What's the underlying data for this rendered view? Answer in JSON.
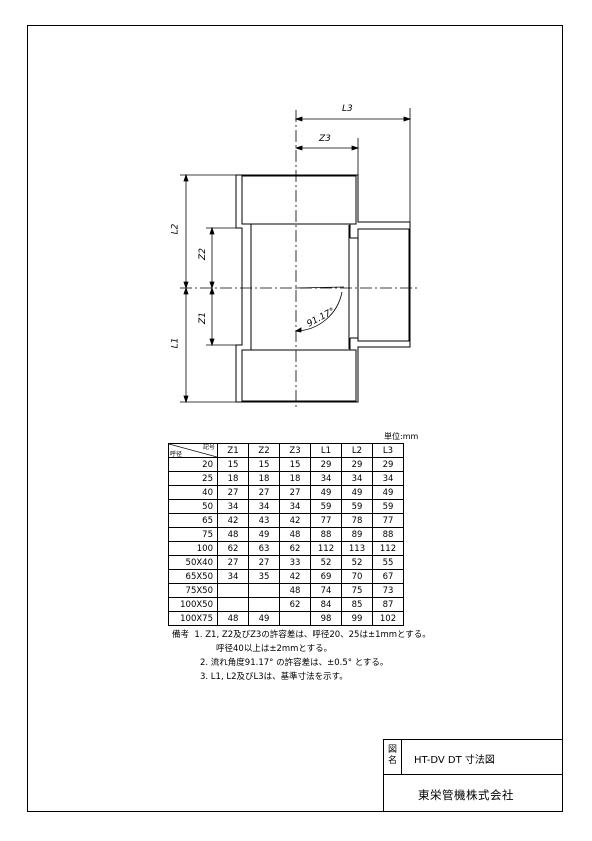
{
  "drawing": {
    "dimensions": {
      "l3": "L3",
      "z3": "Z3",
      "l2": "L2",
      "z2": "Z2",
      "z1": "Z1",
      "l1": "L1",
      "angle": "91.17°"
    }
  },
  "table": {
    "unit": "単位:mm",
    "corner_top": "記号",
    "corner_bottom": "呼径",
    "columns": [
      "Z1",
      "Z2",
      "Z3",
      "L1",
      "L2",
      "L3"
    ],
    "rows": [
      {
        "size": "20",
        "z1": "15",
        "z2": "15",
        "z3": "15",
        "l1": "29",
        "l2": "29",
        "l3": "29"
      },
      {
        "size": "25",
        "z1": "18",
        "z2": "18",
        "z3": "18",
        "l1": "34",
        "l2": "34",
        "l3": "34"
      },
      {
        "size": "40",
        "z1": "27",
        "z2": "27",
        "z3": "27",
        "l1": "49",
        "l2": "49",
        "l3": "49"
      },
      {
        "size": "50",
        "z1": "34",
        "z2": "34",
        "z3": "34",
        "l1": "59",
        "l2": "59",
        "l3": "59"
      },
      {
        "size": "65",
        "z1": "42",
        "z2": "43",
        "z3": "42",
        "l1": "77",
        "l2": "78",
        "l3": "77"
      },
      {
        "size": "75",
        "z1": "48",
        "z2": "49",
        "z3": "48",
        "l1": "88",
        "l2": "89",
        "l3": "88"
      },
      {
        "size": "100",
        "z1": "62",
        "z2": "63",
        "z3": "62",
        "l1": "112",
        "l2": "113",
        "l3": "112"
      },
      {
        "size": "50X40",
        "z1": "27",
        "z2": "27",
        "z3": "33",
        "l1": "52",
        "l2": "52",
        "l3": "55"
      },
      {
        "size": "65X50",
        "z1": "34",
        "z2": "35",
        "z3": "42",
        "l1": "69",
        "l2": "70",
        "l3": "67"
      },
      {
        "size": "75X50",
        "z1": "",
        "z2": "",
        "z3": "48",
        "l1": "74",
        "l2": "75",
        "l3": "73"
      },
      {
        "size": "100X50",
        "z1": "",
        "z2": "",
        "z3": "62",
        "l1": "84",
        "l2": "85",
        "l3": "87"
      },
      {
        "size": "100X75",
        "z1": "48",
        "z2": "49",
        "z3": "",
        "l1": "98",
        "l2": "99",
        "l3": "102"
      }
    ]
  },
  "notes": {
    "heading": "備考",
    "items": [
      "1. Z1, Z2及びZ3の許容差は、呼径20、25は±1mmとする。",
      "呼径40以上は±2mmとする。",
      "2. 流れ角度91.17° の許容差は、±0.5° とする。",
      "3. L1, L2及びL3は、基準寸法を示す。"
    ]
  },
  "title_block": {
    "label": "図名",
    "label_top": "図",
    "label_bottom": "名",
    "title": "HT-DV DT 寸法図",
    "company": "東栄管機株式会社"
  }
}
